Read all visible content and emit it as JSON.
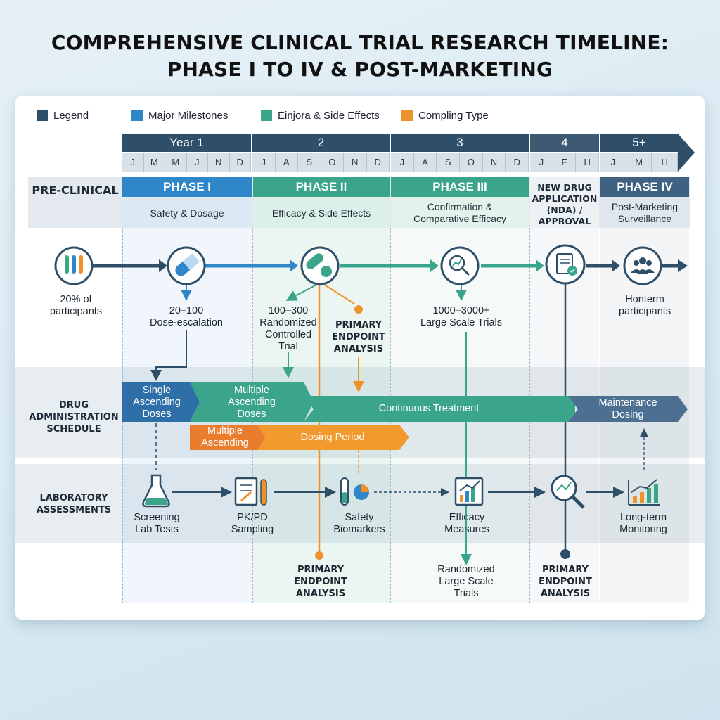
{
  "title_line1": "COMPREHENSIVE CLINICAL TRIAL RESEARCH TIMELINE:",
  "title_line2": "PHASE I TO IV & POST-MARKETING",
  "legend": {
    "legend": "Legend",
    "milestones": "Major Milestones",
    "effects": "Einjora & Side Effects",
    "compling": "Compling Type"
  },
  "colors": {
    "navy": "#2f4f68",
    "blue": "#2f86c8",
    "green": "#3aa58a",
    "orange": "#f0922a",
    "slate": "#5b7492"
  },
  "years": [
    "Year 1",
    "2",
    "3",
    "4",
    "5+"
  ],
  "months": {
    "y1": [
      "J",
      "M",
      "M",
      "J",
      "N",
      "D"
    ],
    "y2": [
      "J",
      "A",
      "S",
      "O",
      "N",
      "D"
    ],
    "y3": [
      "J",
      "A",
      "S",
      "O",
      "N",
      "D"
    ],
    "y4": [
      "J",
      "F",
      "H"
    ],
    "y5": [
      "J",
      "M",
      "H"
    ]
  },
  "rows": {
    "preclinical": "PRE-CLINICAL",
    "drug_admin_1": "DRUG",
    "drug_admin_2": "ADMINISTRATION",
    "drug_admin_3": "SCHEDULE",
    "lab_1": "LABORATORY",
    "lab_2": "ASSESSMENTS"
  },
  "phases": {
    "p1": {
      "name": "PHASE I",
      "sub": "Safety & Dosage"
    },
    "p2": {
      "name": "PHASE II",
      "sub": "Efficacy & Side Effects"
    },
    "p3": {
      "name": "PHASE III",
      "sub1": "Confirmation &",
      "sub2": "Comparative Efficacy"
    },
    "nda": {
      "l1": "NEW DRUG",
      "l2": "APPLICATION",
      "l3": "(NDA) /",
      "l4": "APPROVAL"
    },
    "p4": {
      "name": "PHASE IV",
      "sub1": "Post-Marketing",
      "sub2": "Surveillance"
    }
  },
  "milestones": {
    "pre_1": "20% of",
    "pre_2": "participants",
    "p1_1": "20–100",
    "p1_2": "Dose-escalation",
    "p2_1": "100–300",
    "p2_2": "Randomized",
    "p2_3": "Controlled",
    "p2_4": "Trial",
    "p2_primary_1": "PRIMARY",
    "p2_primary_2": "ENDPOINT",
    "p2_primary_3": "ANALYSIS",
    "p3_1": "1000–3000+",
    "p3_2": "Large Scale Trials",
    "p4_1": "Honterm",
    "p4_2": "participants"
  },
  "schedule": {
    "sad_1": "Single",
    "sad_2": "Ascending",
    "sad_3": "Doses",
    "mad_1": "Multiple",
    "mad_2": "Ascending",
    "mad_3": "Doses",
    "cont": "Continuous Treatment",
    "maint_1": "Maintenance",
    "maint_2": "Dosing",
    "mult_1": "Multiple",
    "mult_2": "Ascending",
    "dosing": "Dosing Period"
  },
  "lab": {
    "screen_1": "Screening",
    "screen_2": "Lab Tests",
    "pk_1": "PK/PD",
    "pk_2": "Sampling",
    "safety_1": "Safety",
    "safety_2": "Biomarkers",
    "eff_1": "Efficacy",
    "eff_2": "Measures",
    "ltm_1": "Long-term",
    "ltm_2": "Monitoring"
  },
  "bottom": {
    "b1_1": "PRIMARY",
    "b1_2": "ENDPOINT",
    "b1_3": "ANALYSIS",
    "b2_1": "Randomized",
    "b2_2": "Large Scale",
    "b2_3": "Trials",
    "b3_1": "PRIMARY",
    "b3_2": "ENDPOINT",
    "b3_3": "ANALYSIS"
  }
}
